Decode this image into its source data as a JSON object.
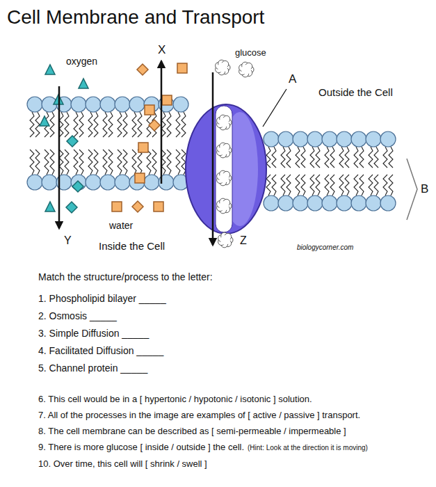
{
  "diagram": {
    "title": "Cell Membrane and Transport",
    "labels": [
      "oxygen",
      "X",
      "glucose",
      "A",
      "Outside the Cell",
      "B",
      "water",
      "Y",
      "Inside the Cell",
      "Z",
      "biologycorner.com",
      "Match the structure/process to the letter:",
      "1. Phospholipid bilayer _____",
      "2. Osmosis _____",
      "3. Simple Diffusion _____",
      "4. Facilitated Diffusion _____",
      "5. Channel protein _____",
      "6. This cell would be in a [ hypertonic / hypotonic / isotonic ] solution.",
      "7. All of the processes in the image are examples of [ active / passive ] transport.",
      "8. The cell membrane can be described as [ semi-permeable / impermeable ]",
      "9. There is more glucose [ inside / outside ] the cell.",
      "(Hint: Look at the direction it is moving)",
      "10. Over time, this cell will [ shrink / swell ]"
    ]
  }
}
